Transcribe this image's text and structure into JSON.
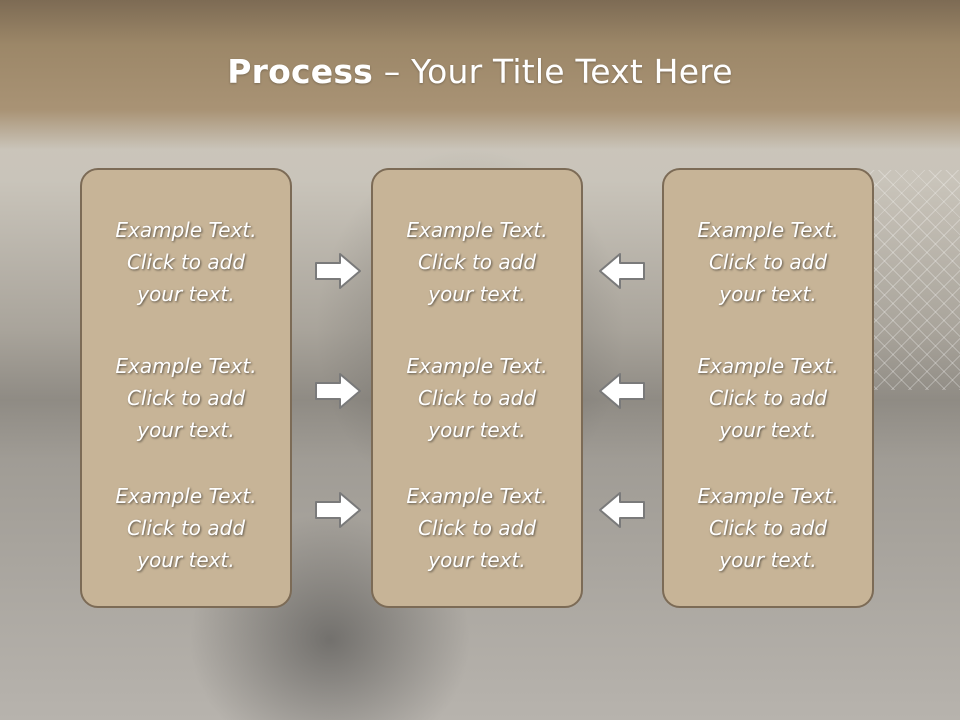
{
  "title": {
    "bold": "Process",
    "rest": " – Your Title Text Here"
  },
  "panels": [
    {
      "blocks": [
        {
          "line1": "Example Text.",
          "line2": "Click  to add",
          "line3": "your text."
        },
        {
          "line1": "Example Text.",
          "line2": "Click  to add",
          "line3": "your text."
        },
        {
          "line1": "Example Text.",
          "line2": "Click  to add",
          "line3": "your text."
        }
      ]
    },
    {
      "blocks": [
        {
          "line1": "Example Text.",
          "line2": "Click  to add",
          "line3": "your text."
        },
        {
          "line1": "Example Text.",
          "line2": "Click  to add",
          "line3": "your text."
        },
        {
          "line1": "Example Text.",
          "line2": "Click  to add",
          "line3": "your text."
        }
      ]
    },
    {
      "blocks": [
        {
          "line1": "Example Text.",
          "line2": "Click  to add",
          "line3": "your text."
        },
        {
          "line1": "Example Text.",
          "line2": "Click  to add",
          "line3": "your text."
        },
        {
          "line1": "Example Text.",
          "line2": "Click  to add",
          "line3": "your text."
        }
      ]
    }
  ],
  "colors": {
    "panel_fill": "#c7b497",
    "panel_border": "#7c6b56",
    "header": "#a99375",
    "arrow_fill": "#ffffff",
    "arrow_stroke": "#7a7a7a"
  },
  "icons": {
    "right_arrows": "arrow-right-icon",
    "left_arrows": "arrow-left-icon"
  }
}
